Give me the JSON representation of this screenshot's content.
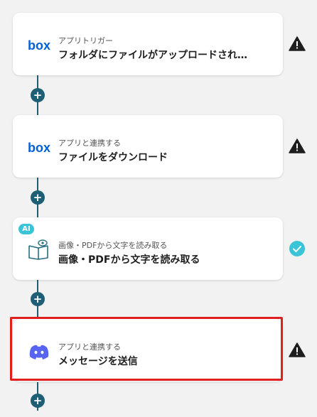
{
  "flow": {
    "steps": [
      {
        "label_small": "アプリトリガー",
        "label_main": "フォルダにファイルがアップロードされ…",
        "icon": "box-logo-icon",
        "status": "warning"
      },
      {
        "label_small": "アプリと連携する",
        "label_main": "ファイルをダウンロード",
        "icon": "box-logo-icon",
        "status": "warning"
      },
      {
        "label_small": "画像・PDFから文字を読み取る",
        "label_main": "画像・PDFから文字を読み取る",
        "icon": "book-eye-icon",
        "status": "complete",
        "badge": "AI"
      },
      {
        "label_small": "アプリと連携する",
        "label_main": "メッセージを送信",
        "icon": "discord-logo-icon",
        "status": "warning",
        "highlighted": true
      }
    ],
    "plus_symbol": "+",
    "box_logo_text": "box"
  },
  "colors": {
    "connector": "#1f5f76",
    "box_brand": "#0061d5",
    "discord_brand": "#5865f2",
    "ai_badge": "#39c4d8",
    "status_complete": "#39c4d8",
    "highlight": "#e02020"
  }
}
